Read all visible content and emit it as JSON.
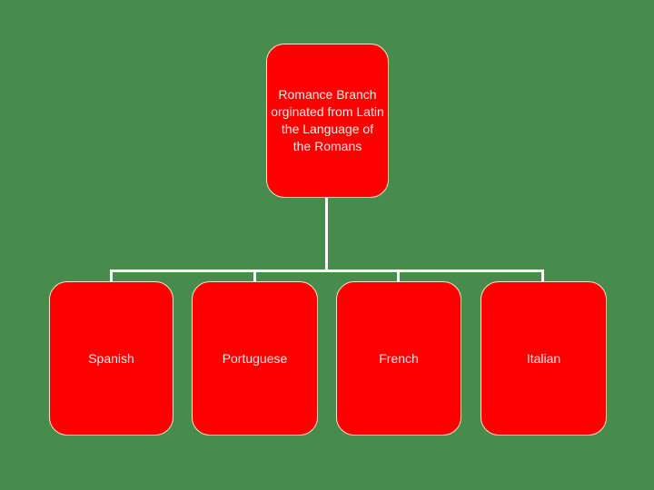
{
  "colors": {
    "background": "#478b4d",
    "node-fill": "#ff0000",
    "node-border": "#efe7cb",
    "connector": "#ffffff",
    "text": "#e9e9e9"
  },
  "diagram": {
    "type": "tree",
    "root_node": {
      "lines": [
        "Romance Branch",
        "orginated from Latin",
        "the Language of",
        "the Romans"
      ]
    },
    "child_nodes": [
      "Spanish",
      "Portuguese",
      "French",
      "Italian"
    ]
  }
}
